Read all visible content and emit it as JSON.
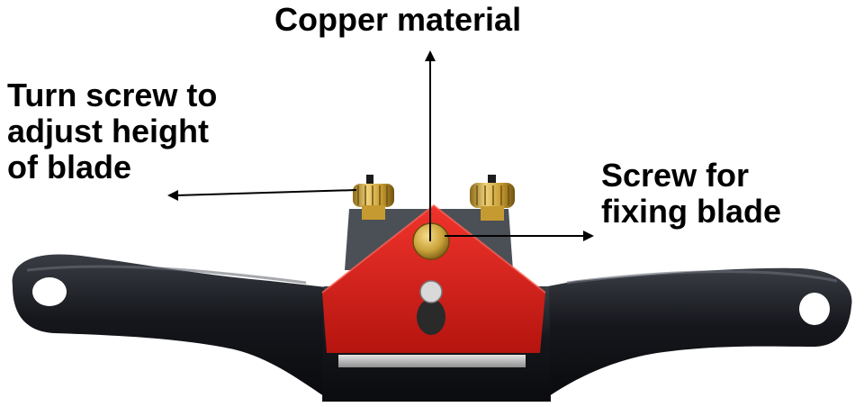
{
  "labels": {
    "copper": "Copper material",
    "turn_screw": [
      "Turn screw to",
      "adjust height",
      "of blade"
    ],
    "fixing_screw": [
      "Screw for",
      "fixing blade"
    ]
  },
  "colors": {
    "background": "#ffffff",
    "body": "#15171c",
    "red_plate": "#e0221e",
    "brass": "#c9a23a",
    "blade": "#b8b8b8",
    "text": "#000000"
  }
}
